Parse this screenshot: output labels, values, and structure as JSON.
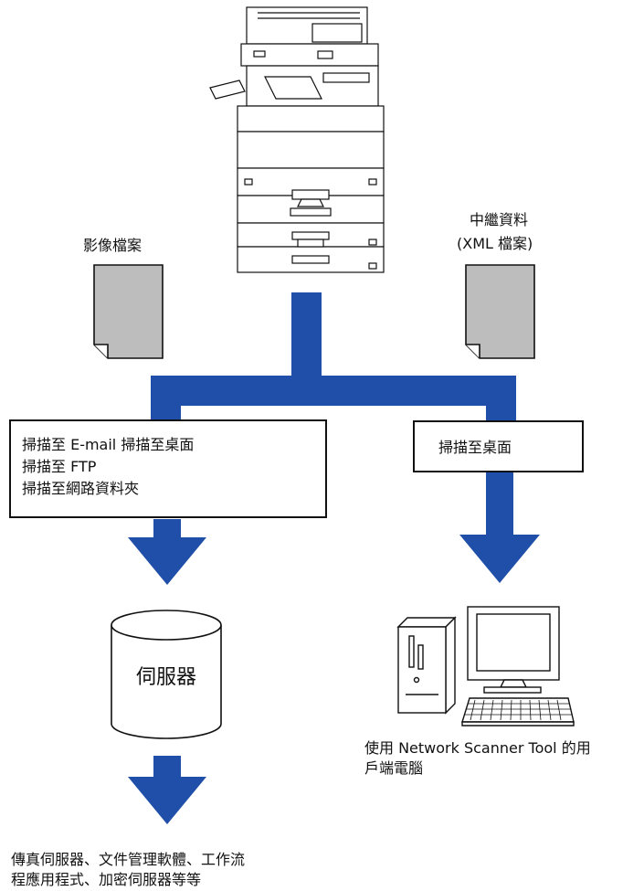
{
  "colors": {
    "flow_blue": "#1f4fa8",
    "doc_gray": "#bdbdbd",
    "outline": "#111111"
  },
  "device": {
    "icon": "multifunction-printer-icon"
  },
  "labels": {
    "image_file": "影像檔案",
    "relay_data_line1": "中繼資料",
    "relay_data_line2": "(XML 檔案)"
  },
  "box_left": {
    "line1": "掃描至 E-mail 掃描至桌面",
    "line2": "掃描至 FTP",
    "line3": "掃描至網路資料夾"
  },
  "box_right": {
    "line1": "掃描至桌面"
  },
  "server": {
    "label": "伺服器",
    "icon": "database-cylinder-icon"
  },
  "computer": {
    "icon": "desktop-computer-icon",
    "caption_line1": "使用 Network Scanner Tool 的用",
    "caption_line2": "戶端電腦"
  },
  "bottom_caption": {
    "line1": "傳真伺服器、文件管理軟體、工作流",
    "line2": "程應用程式、加密伺服器等等"
  }
}
